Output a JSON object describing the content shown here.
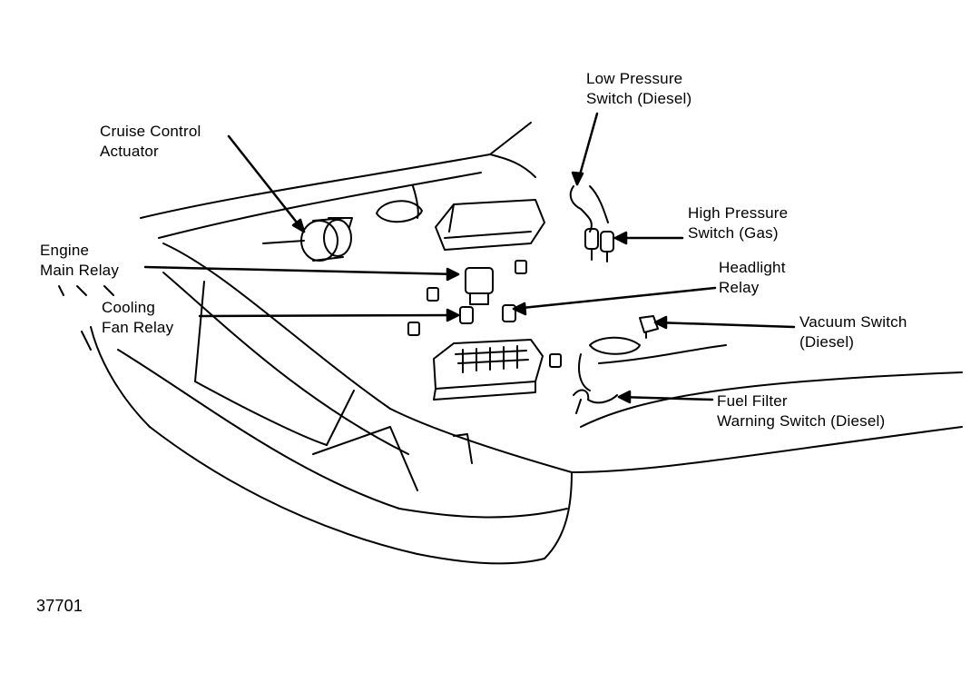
{
  "labels": {
    "low_pressure_switch": {
      "line1": "Low Pressure",
      "line2": "Switch (Diesel)"
    },
    "cruise_control_actuator": {
      "line1": "Cruise Control",
      "line2": "Actuator"
    },
    "high_pressure_switch": {
      "line1": "High Pressure",
      "line2": "Switch (Gas)"
    },
    "engine_main_relay": {
      "line1": "Engine",
      "line2": "Main Relay"
    },
    "headlight_relay": {
      "line1": "Headlight",
      "line2": "Relay"
    },
    "cooling_fan_relay": {
      "line1": "Cooling",
      "line2": "Fan Relay"
    },
    "vacuum_switch": {
      "line1": "Vacuum Switch",
      "line2": "(Diesel)"
    },
    "fuel_filter_warning_switch": {
      "line1": "Fuel Filter",
      "line2": "Warning Switch (Diesel)"
    }
  },
  "figure_number": "37701",
  "colors": {
    "ink": "#000000",
    "paper": "#ffffff"
  }
}
